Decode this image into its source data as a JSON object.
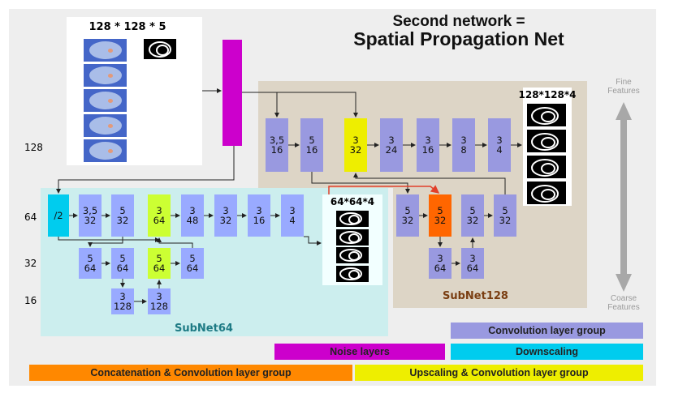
{
  "title": {
    "line1": "Second network =",
    "line2": "Spatial Propagation Net"
  },
  "input": {
    "size_label": "128 * 128 * 5"
  },
  "scale_labels": [
    "128",
    "64",
    "32",
    "16"
  ],
  "fine_label": "Fine\nFeatures",
  "coarse_label": "Coarse\nFeatures",
  "subnet128": {
    "name": "SubNet128",
    "output_label": "128*128*4",
    "top_row": [
      {
        "k": "3,5",
        "c": "16"
      },
      {
        "k": "5",
        "c": "16"
      },
      {
        "k": "3",
        "c": "32"
      },
      {
        "k": "3",
        "c": "24"
      },
      {
        "k": "3",
        "c": "16"
      },
      {
        "k": "3",
        "c": "8"
      },
      {
        "k": "3",
        "c": "4"
      }
    ],
    "mid_row": [
      {
        "k": "5",
        "c": "32"
      },
      {
        "k": "5",
        "c": "32"
      },
      {
        "k": "5",
        "c": "32"
      },
      {
        "k": "5",
        "c": "32"
      }
    ],
    "low_row": [
      {
        "k": "3",
        "c": "64"
      },
      {
        "k": "3",
        "c": "64"
      }
    ]
  },
  "subnet64": {
    "name": "SubNet64",
    "output_label": "64*64*4",
    "downscale": "/2",
    "top_row": [
      {
        "k": "3,5",
        "c": "32"
      },
      {
        "k": "5",
        "c": "32"
      },
      {
        "k": "3",
        "c": "64"
      },
      {
        "k": "3",
        "c": "48"
      },
      {
        "k": "3",
        "c": "32"
      },
      {
        "k": "3",
        "c": "16"
      },
      {
        "k": "3",
        "c": "4"
      }
    ],
    "mid_row": [
      {
        "k": "5",
        "c": "64"
      },
      {
        "k": "5",
        "c": "64"
      },
      {
        "k": "5",
        "c": "64"
      },
      {
        "k": "5",
        "c": "64"
      }
    ],
    "low_row": [
      {
        "k": "3",
        "c": "128"
      },
      {
        "k": "3",
        "c": "128"
      }
    ]
  },
  "legend": {
    "conv": "Convolution layer group",
    "noise": "Noise layers",
    "down": "Downscaling",
    "concat": "Concatenation & Convolution layer group",
    "up": "Upscaling & Convolution layer group"
  },
  "colors": {
    "conv": "#9999e0",
    "noise": "#cc00cc",
    "down": "#00ccee",
    "concat": "#ff6600",
    "up": "#eeee00",
    "subnet128_bg": "#ddd5c6",
    "subnet64_bg": "#cceeee"
  }
}
